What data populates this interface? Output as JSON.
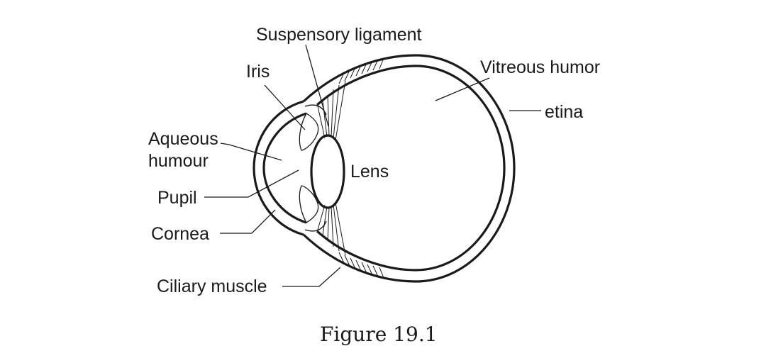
{
  "labels": {
    "suspensory_ligament": "Suspensory ligament",
    "iris": "Iris",
    "vitreous_humor": "Vitreous humor",
    "retina": "etina",
    "aqueous_line1": "Aqueous",
    "aqueous_line2": "humour",
    "lens": "Lens",
    "pupil": "Pupil",
    "cornea": "Cornea",
    "ciliary_muscle": "Ciliary muscle"
  },
  "caption": "Figure 19.1",
  "colors": {
    "ink": "#1a1a1a",
    "background": "#ffffff"
  }
}
